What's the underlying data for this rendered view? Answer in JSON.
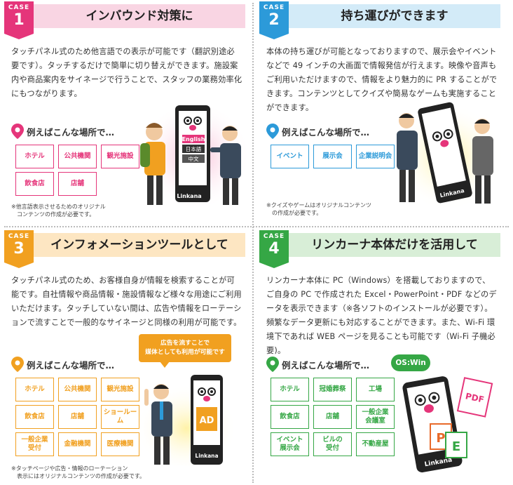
{
  "case_word": "CASE",
  "example_heading": "例えばこんな場所で…",
  "brand": "Linkana",
  "colors": {
    "pink": "#e5357a",
    "blue": "#2c9ad9",
    "orange": "#f1a020",
    "green": "#35a745",
    "pink_light": "#f9d5e3",
    "blue_light": "#d3ebf8",
    "orange_light": "#fde6c2",
    "green_light": "#d8eed7"
  },
  "cases": [
    {
      "number": "1",
      "title": "インバウンド対策に",
      "description": "タッチパネル式のため他言語での表示が可能です（翻訳別途必要です）。タッチするだけで簡単に切り替えができます。施設案内や商品案内をサイネージで行うことで、スタッフの業務効率化にもつながります。",
      "places": [
        "ホテル",
        "公共機関",
        "観光施設",
        "飲食店",
        "店舗"
      ],
      "note": "※他言語表示させるためのオリジナル\n　コンテンツの作成が必要です。",
      "screen_languages": [
        "English",
        "日本語",
        "中文"
      ]
    },
    {
      "number": "2",
      "title": "持ち運びができます",
      "description": "本体の持ち運びが可能となっておりますので、展示会やイベントなどで 49 インチの大画面で情報発信が行えます。映像や音声もご利用いただけますので、情報をより魅力的に PR することができます。コンテンツとしてクイズや簡易なゲームも実施することができます。",
      "places": [
        "イベント",
        "展示会",
        "企業説明会"
      ],
      "note": "※クイズやゲームはオリジナルコンテンツ\n　の作成が必要です。"
    },
    {
      "number": "3",
      "title": "インフォメーションツールとして",
      "description": "タッチパネル式のため、お客様自身が情報を検索することが可能です。自社情報や商品情報・施設情報など様々な用途にご利用いただけます。タッチしていない間は、広告や情報をローテーションで流すことで一般的なサイネージと同様の利用が可能です。",
      "places": [
        "ホテル",
        "公共機関",
        "観光施設",
        "飲食店",
        "店舗",
        "ショールーム",
        "一般企業\n受付",
        "金融機関",
        "医療機関"
      ],
      "note": "※タッチページや広告・情報のローテーション\n　表示にはオリジナルコンテンツの作成が必要です。",
      "speech": "広告を流すことで\n媒体としても利用が可能です",
      "screen_text": "AD"
    },
    {
      "number": "4",
      "title": "リンカーナ本体だけを活用して",
      "description": "リンカーナ本体に PC（Windows）を搭載しておりますので、ご自身の PC で作成された Excel・PowerPoint・PDF などのデータを表示できます（※各ソフトのインストールが必要です）。頻繁なデータ更新にも対応することができます。また、Wi-Fi 環境下であれば WEB ページを見ることも可能です（Wi-Fi 子機必要)。",
      "places": [
        "ホテル",
        "冠婚葬祭",
        "工場",
        "飲食店",
        "店舗",
        "一般企業\n会議室",
        "イベント\n展示会",
        "ビルの\n受付",
        "不動産屋"
      ],
      "os_badge": "OS:Win",
      "doc_labels": [
        "PDF",
        "P",
        "E"
      ]
    }
  ]
}
